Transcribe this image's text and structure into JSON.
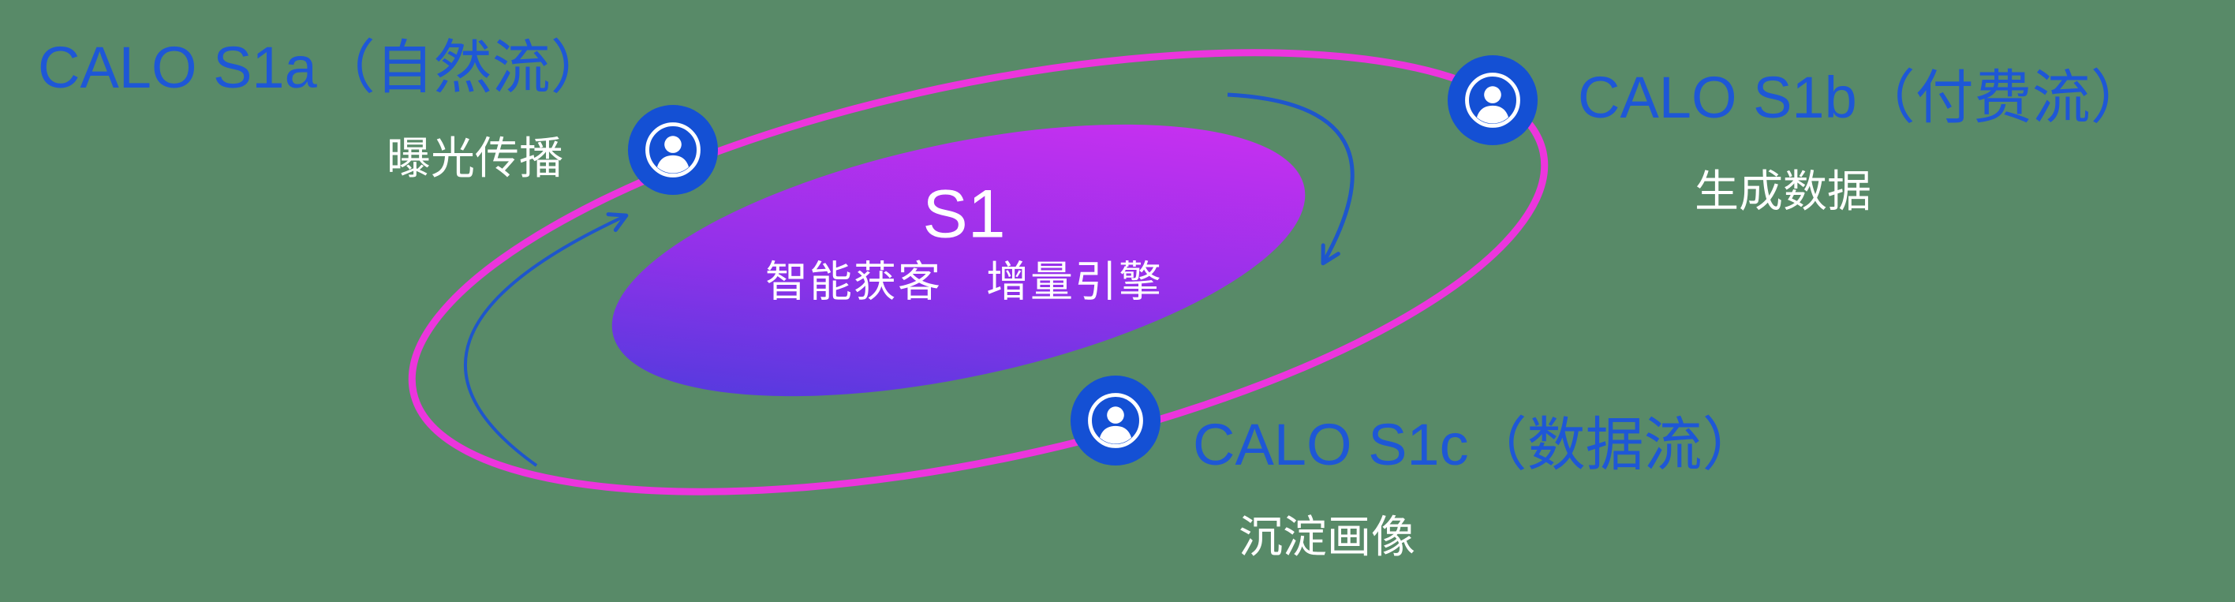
{
  "diagram": {
    "background_color": "#588a68",
    "orbit_color": "#ec35dd",
    "arrow_color": "#1e56cc",
    "node_circle_color": "#1450d4",
    "title_text_color": "#1e57d6",
    "core": {
      "title": "S1",
      "subtitle": "智能获客　增量引擎",
      "gradient_start": "#3e3eda",
      "gradient_end": "#d830f2"
    },
    "nodes": [
      {
        "title": "CALO S1a（自然流）",
        "subtitle": "曝光传播",
        "icon": "person-in-circle-icon"
      },
      {
        "title": "CALO S1b（付费流）",
        "subtitle": "生成数据",
        "icon": "person-in-circle-icon"
      },
      {
        "title": "CALO S1c（数据流）",
        "subtitle": "沉淀画像",
        "icon": "person-in-circle-icon"
      }
    ]
  }
}
